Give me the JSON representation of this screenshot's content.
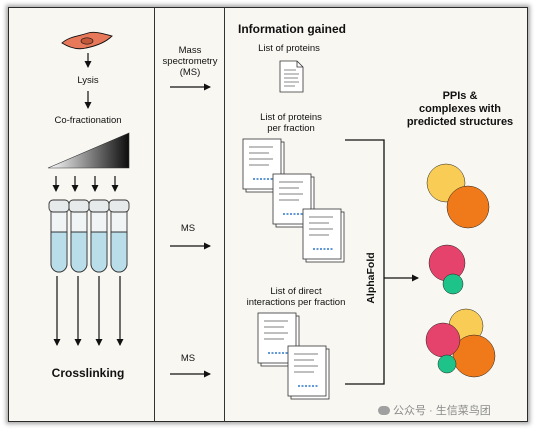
{
  "left_panel": {
    "lysis": "Lysis",
    "cofractionation": "Co-fractionation",
    "crosslinking": "Crosslinking"
  },
  "middle_panel": {
    "ms_top": "Mass\nspectrometry\n(MS)",
    "ms_mid": "MS",
    "ms_bottom": "MS"
  },
  "right_panel": {
    "title": "Information gained",
    "list_proteins": "List of proteins",
    "list_per_fraction": "List of proteins\nper fraction",
    "list_direct": "List of direct\ninteractions per fraction",
    "alphafold": "AlphaFold",
    "result": "PPIs &\ncomplexes with\npredicted structures"
  },
  "watermark": "公众号 · 生信菜鸟团",
  "colors": {
    "cell": "#e8785a",
    "orange": "#f07a1a",
    "yellow": "#f9cc55",
    "pink": "#e5436b",
    "green": "#1ec38a",
    "tube_liquid": "#b9dde9",
    "doc_blue": "#2d76c8"
  }
}
